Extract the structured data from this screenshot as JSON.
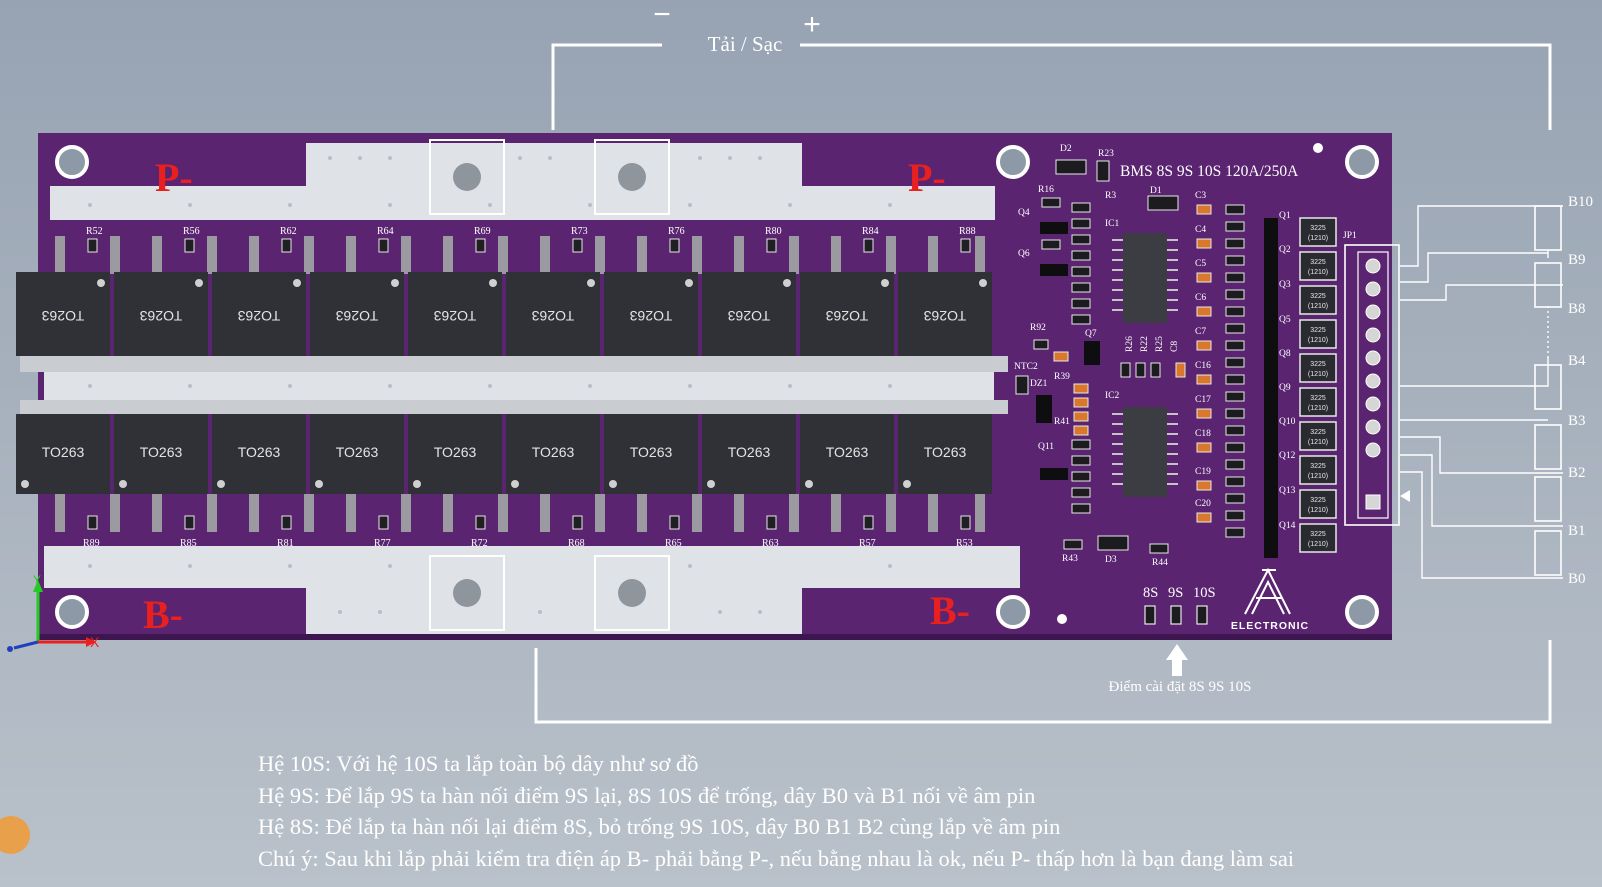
{
  "wiring": {
    "minus_sign": "−",
    "plus_sign": "+",
    "load_label": "Tải / Sạc"
  },
  "board": {
    "title": "BMS 8S 9S 10S 120A/250A",
    "logo_text": "ELECTRONIC",
    "p_minus_label": "P-",
    "b_minus_label": "B-",
    "mosfet_package": "TO263",
    "top_resistors": [
      "R52",
      "R56",
      "R62",
      "R64",
      "R69",
      "R73",
      "R76",
      "R80",
      "R84",
      "R88"
    ],
    "bottom_resistors": [
      "R89",
      "R85",
      "R81",
      "R77",
      "R72",
      "R68",
      "R65",
      "R63",
      "R57",
      "R53"
    ],
    "component_labels": {
      "d2": "D2",
      "r23": "R23",
      "r16": "R16",
      "r3": "R3",
      "d1": "D1",
      "q4": "Q4",
      "ic1": "IC1",
      "q6": "Q6",
      "r92": "R92",
      "q7": "Q7",
      "ntc2": "NTC2",
      "dz1": "DZ1",
      "r39": "R39",
      "r41": "R41",
      "q11": "Q11",
      "ic2": "IC2",
      "r43": "R43",
      "d3": "D3",
      "r44": "R44",
      "r26": "R26",
      "r22": "R22",
      "r25": "R25",
      "c8": "C8",
      "jp1": "JP1"
    },
    "capacitors": [
      "C3",
      "C4",
      "C5",
      "C6",
      "C7",
      "C16",
      "C17",
      "C18",
      "C19",
      "C20"
    ],
    "balance_fets": [
      "Q1",
      "Q2",
      "Q3",
      "Q5",
      "Q8",
      "Q9",
      "Q10",
      "Q12",
      "Q13",
      "Q14"
    ],
    "balance_resistor_code": "3225",
    "balance_resistor_size": "(1210)",
    "select_labels": [
      "8S",
      "9S",
      "10S"
    ],
    "select_caption": "Điểm cài đặt 8S 9S 10S"
  },
  "cells": [
    "B10",
    "B9",
    "B8",
    "B4",
    "B3",
    "B2",
    "B1",
    "B0"
  ],
  "axes": {
    "x": "X",
    "y": "Y"
  },
  "notes": [
    "Hệ 10S: Với hệ 10S ta lắp toàn bộ dây như sơ đồ",
    "Hệ 9S: Để lắp 9S ta hàn nối điểm 9S lại, 8S 10S để trống, dây B0 và B1 nối về âm pin",
    "Hệ 8S: Để lắp ta hàn nối lại điểm 8S, bỏ trống 9S 10S, dây B0 B1 B2 cùng lắp về âm pin",
    "Chú ý: Sau khi lắp phải kiểm tra điện áp B- phải bằng P-, nếu bằng nhau là ok, nếu P- thấp hơn là bạn đang làm sai"
  ],
  "colors": {
    "pcb": "#5a2471",
    "copper_pad": "#dfe3e8",
    "mosfet": "#2f3137",
    "accent_red": "#e8201f",
    "wire": "#ffffff",
    "smd_orange": "#d9772c"
  }
}
